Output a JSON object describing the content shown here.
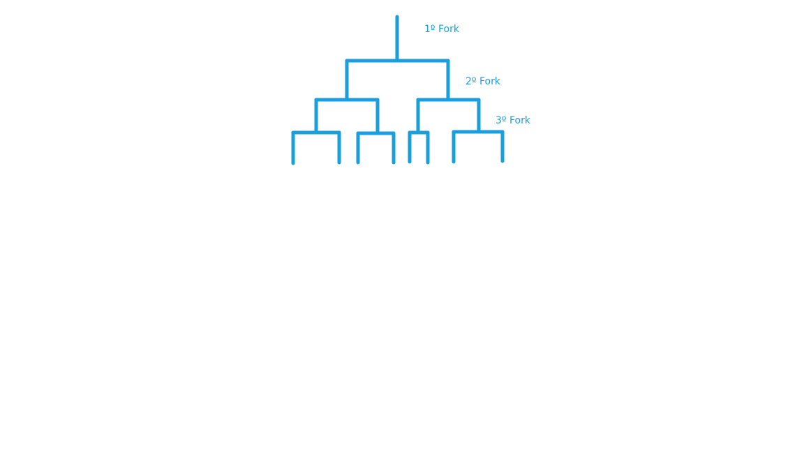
{
  "colors": {
    "line": "#1a9fda",
    "label": "#1a9fda",
    "background": "#ffffff"
  },
  "labels": {
    "fork_1": "1º Fork",
    "fork_2": "2º Fork",
    "fork_3": "3º Fork"
  }
}
